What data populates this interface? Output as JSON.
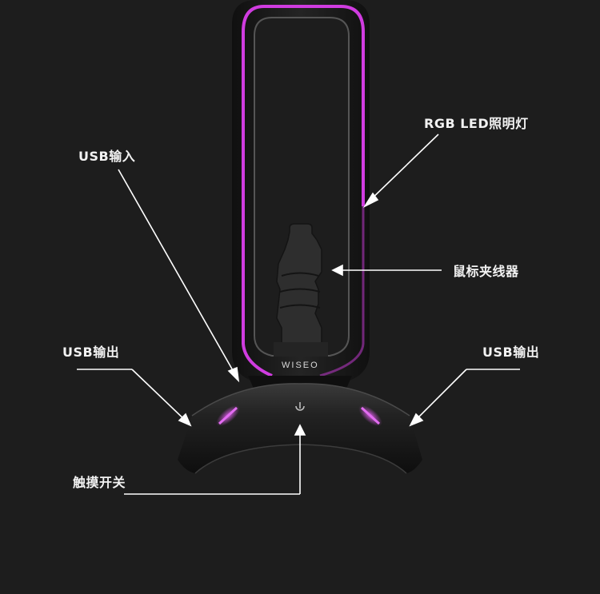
{
  "labels": {
    "rgb_led": "RGB LED照明灯",
    "usb_input": "USB输入",
    "mouse_clip": "鼠标夹线器",
    "usb_output_left": "USB输出",
    "usb_output_right": "USB输出",
    "touch_switch": "触摸开关"
  },
  "brand": "WISEO",
  "colors": {
    "background": "#1d1d1d",
    "led_accent": "#d03ce0",
    "body": "#151515",
    "line": "#ffffff"
  },
  "icons": {
    "power": "power-icon"
  }
}
